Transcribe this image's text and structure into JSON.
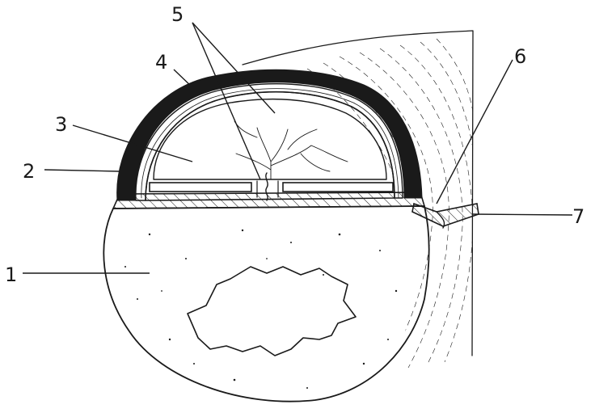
{
  "labels": {
    "l1": "1",
    "l2": "2",
    "l3": "3",
    "l4": "4",
    "l5": "5",
    "l6": "6",
    "l7": "7"
  },
  "colors": {
    "ink": "#1a1a1a",
    "paper": "#ffffff"
  }
}
